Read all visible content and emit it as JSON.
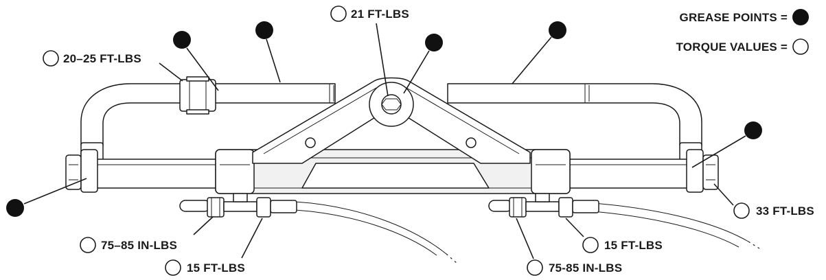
{
  "legend": {
    "grease_label": "GREASE POINTS =",
    "torque_label": "TORQUE VALUES ="
  },
  "callouts": {
    "center_bolt": "21 FT-LBS",
    "left_tube_nut": "20–25 FT-LBS",
    "right_rod_end_nut": "33 FT-LBS",
    "left_bleeder": "75–85 IN-LBS",
    "left_fitting": "15 FT-LBS",
    "right_fitting": "15 FT-LBS",
    "right_bleeder": "75-85 IN-LBS"
  },
  "icons": {
    "grease": "filled-circle",
    "torque": "open-circle"
  }
}
